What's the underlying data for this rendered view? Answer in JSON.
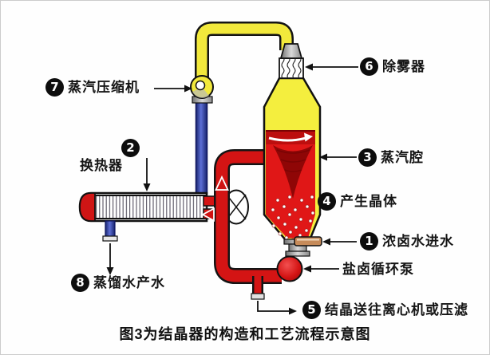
{
  "figure": {
    "caption": "图3为结晶器的构造和工艺流程示意图"
  },
  "labels": {
    "compressor": {
      "num": "7",
      "text": "蒸汽压缩机"
    },
    "exchanger": {
      "num": "2",
      "text": "换热器"
    },
    "distilled": {
      "num": "8",
      "text": "蒸馏水产水"
    },
    "demister": {
      "num": "6",
      "text": "除雾器"
    },
    "vapor_chamber": {
      "num": "3",
      "text": "蒸汽腔"
    },
    "crystals": {
      "num": "4",
      "text": "产生晶体"
    },
    "brine_inlet": {
      "num": "1",
      "text": "浓卤水进水"
    },
    "circulation_pump": {
      "text": "盐卤循环泵"
    },
    "crystal_out": {
      "num": "5",
      "text": "结晶送往离心机或压滤"
    }
  },
  "colors": {
    "steam_yellow": "#f2e93c",
    "brine_red": "#d41414",
    "condensate_blue": "#3a4cb4",
    "inlet_tan": "#c68b5a",
    "metal_gray": "#9a9a9a"
  }
}
